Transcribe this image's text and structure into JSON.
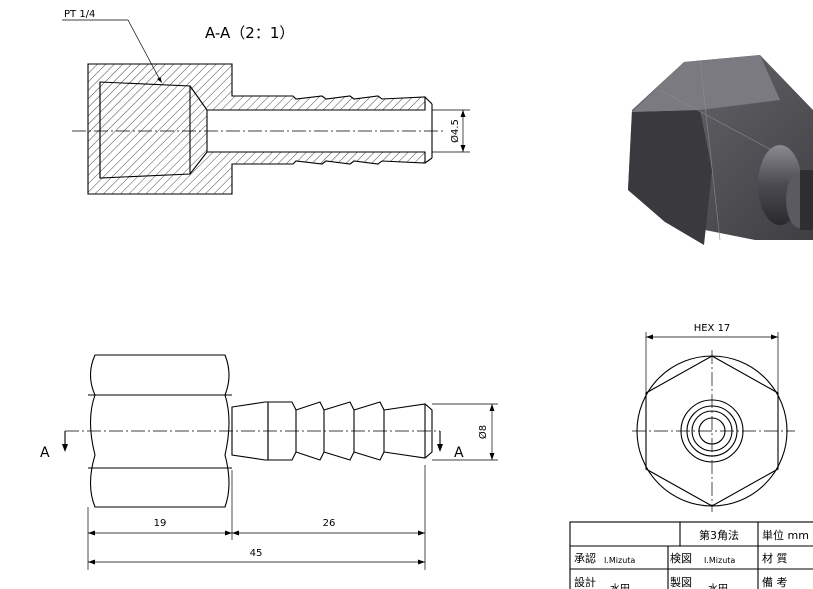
{
  "section_view": {
    "title": "A-A（2：1）",
    "thread_note": "PT 1/4",
    "inner_diameter": "Ø4.5"
  },
  "front_view": {
    "section_marker_left": "A",
    "section_marker_right": "A",
    "outer_diameter": "Ø8",
    "dim_hex_length": "19",
    "dim_barb_length": "26",
    "dim_total_length": "45"
  },
  "end_view": {
    "hex_label": "HEX 17"
  },
  "title_block": {
    "projection": "第3角法",
    "unit": "単位 mm",
    "approved_label": "承認",
    "approved_name": "I.Mizuta",
    "checked_label": "検図",
    "checked_name": "I.Mizuta",
    "material_label": "材 質",
    "design_label": "設計",
    "design_name": "水田",
    "drawn_label": "製図",
    "drawn_name": "水田",
    "remarks_label": "備 考"
  },
  "colors": {
    "line": "#000000",
    "render_dark": "#3a3a3e",
    "render_mid": "#55555a",
    "render_light": "#7a7a80"
  }
}
